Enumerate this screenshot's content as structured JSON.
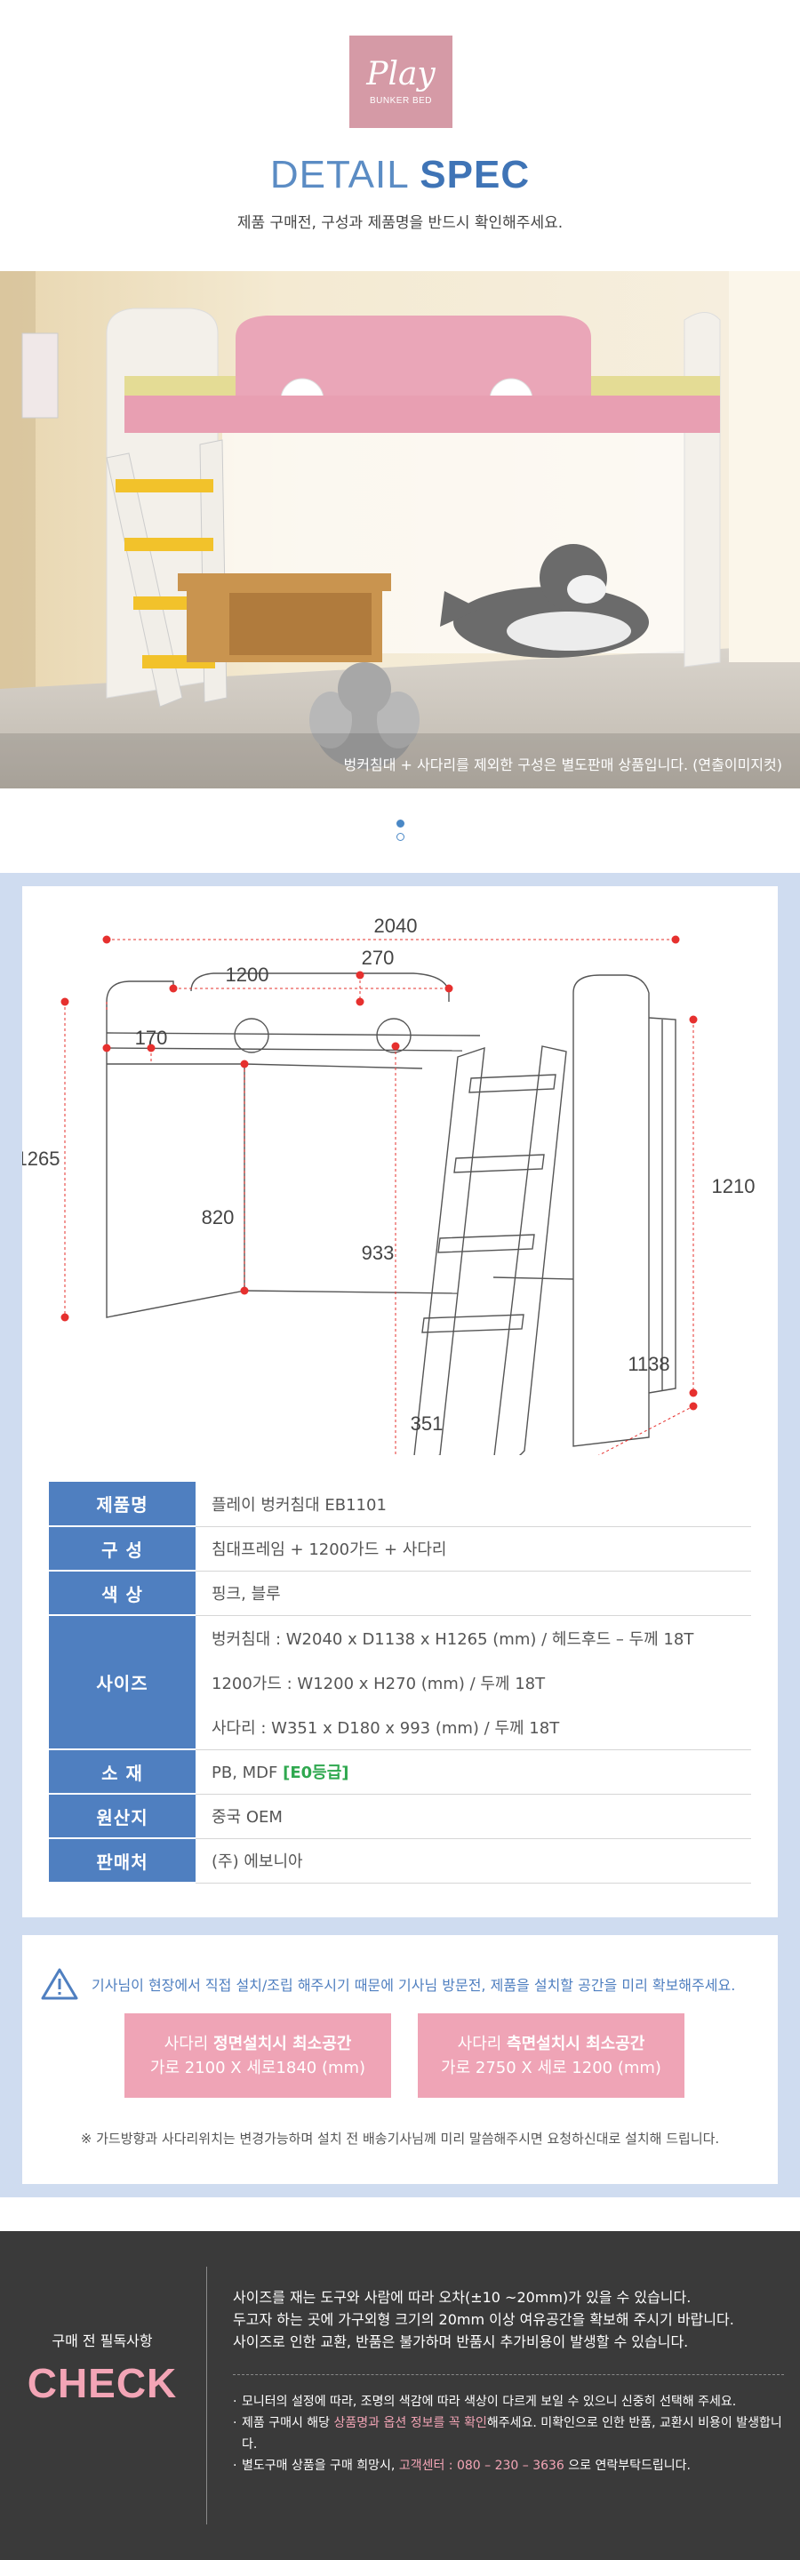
{
  "header": {
    "logo_main": "Play",
    "logo_sub": "BUNKER BED",
    "title_light": "DETAIL",
    "title_bold": "SPEC",
    "subtitle": "제품 구매전, 구성과 제품명을 반드시 확인해주세요."
  },
  "photo": {
    "caption": "벙커침대 + 사다리를 제외한 구성은 별도판매 상품입니다. (연출이미지컷)"
  },
  "dimensions": {
    "width": "2040",
    "guard_width": "1200",
    "guard_height": "270",
    "side": "170",
    "total_height": "1265",
    "under_height": "820",
    "ladder_length": "933",
    "right_height": "1210",
    "depth": "1138",
    "ladder_width": "351"
  },
  "spec": {
    "rows": [
      {
        "label": "제품명",
        "value": "플레이 벙커침대 EB1101"
      },
      {
        "label": "구 성",
        "value": "침대프레임 + 1200가드 + 사다리"
      },
      {
        "label": "색 상",
        "value": "핑크, 블루"
      },
      {
        "label": "사이즈",
        "lines": [
          "벙커침대 : W2040 x D1138 x H1265 (mm) / 헤드후드 – 두께 18T",
          "1200가드 : W1200 x H270 (mm) / 두께 18T",
          "사다리 : W351 x D180 x 993 (mm) / 두께 18T"
        ]
      },
      {
        "label": "소 재",
        "value": "PB, MDF",
        "badge": "[E0등급]"
      },
      {
        "label": "원산지",
        "value": "중국 OEM"
      },
      {
        "label": "판매처",
        "value": "(주) 에보니아"
      }
    ]
  },
  "notice": {
    "warning": "기사님이 현장에서 직접 설치/조립 해주시기 때문에 기사님 방문전, 제품을 설치할 공간을 미리 확보해주세요.",
    "front_title_pre": "사다리 ",
    "front_title_bold": "정면설치시 최소공간",
    "front_value": "가로 2100  X 세로1840 (mm)",
    "side_title_pre": "사다리 ",
    "side_title_bold": "측면설치시 최소공간",
    "side_value": "가로 2750 X 세로 1200 (mm)",
    "footnote": "※ 가드방향과 사다리위치는 변경가능하며 설치 전 배송기사님께 미리 말씀해주시면 요청하신대로 설치해 드립니다."
  },
  "check": {
    "label": "구매 전 필독사항",
    "big": "CHECK",
    "main": [
      "사이즈를 재는 도구와 사람에 따라 오차(±10 ~20mm)가 있을 수 있습니다.",
      "두고자 하는 곳에 가구외형 크기의 20mm 이상 여유공간을 확보해 주시기 바랍니다.",
      "사이즈로 인한 교환, 반품은 불가하며 반품시 추가비용이 발생할 수 있습니다."
    ],
    "b1": "모니터의 설정에 따라, 조명의 색감에 따라 색상이 다르게 보일 수 있으니 신중히 선택해 주세요.",
    "b2_pre": "제품 구매시 해당 ",
    "b2_pink": "상품명과 옵션 정보를 꼭 확인",
    "b2_post": "해주세요. 미확인으로 인한 반품, 교환시 비용이 발생합니다.",
    "b3_pre": "별도구매 상품을 구매 희망시, ",
    "b3_pink": "고객센터 : 080 – 230 – 3636",
    "b3_post": " 으로 연락부탁드립니다."
  }
}
